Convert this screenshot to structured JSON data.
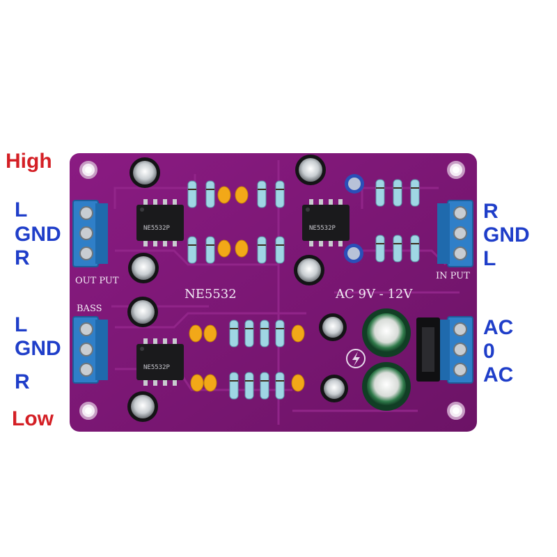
{
  "side_labels": {
    "high": "High",
    "low": "Low",
    "output_left": [
      "L",
      "GND",
      "R"
    ],
    "bass_left": [
      "L",
      "GND",
      "R"
    ],
    "input_right": [
      "R",
      "GND",
      "L"
    ],
    "power_right": [
      "AC",
      "0",
      "AC"
    ]
  },
  "silkscreen": {
    "output": "OUT PUT",
    "input": "IN PUT",
    "bass": "BASS",
    "chip_name": "NE5532",
    "power": "AC 9V - 12V"
  },
  "ic_markings": [
    "NE5532P",
    "NE5532P",
    "NE5532P"
  ],
  "colors": {
    "label_red": "#d41f25",
    "label_blue": "#1f3ec9",
    "pcb_purple": "#7d1676",
    "terminal_blue": "#2f7fc8"
  }
}
